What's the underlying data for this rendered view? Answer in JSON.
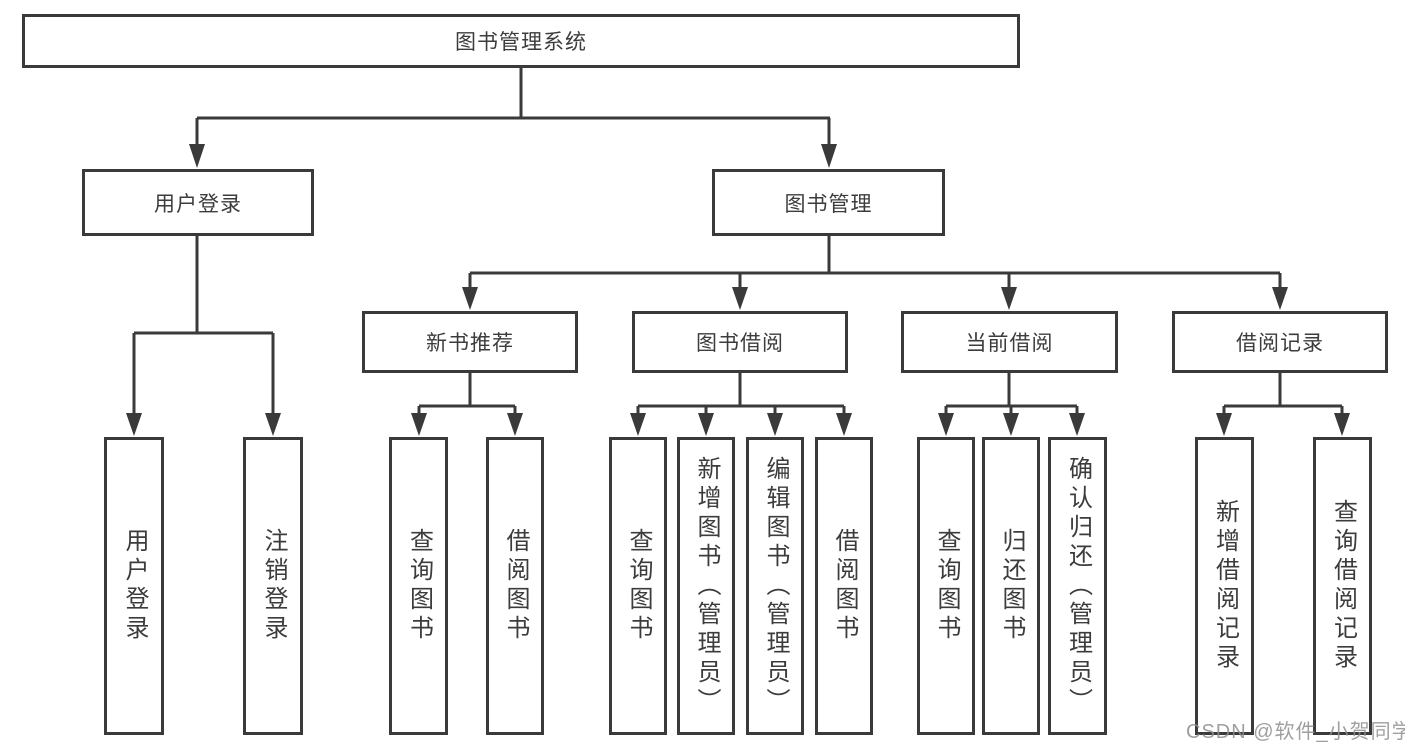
{
  "diagram_type": "hierarchy-tree",
  "watermark": "CSDN @软件_小贺同学",
  "colors": {
    "line": "#3a3a3a",
    "text": "#3c3c3c",
    "background": "#ffffff",
    "watermark": "#8e8e8e"
  },
  "tree": {
    "label": "图书管理系统",
    "children": [
      {
        "label": "用户登录",
        "children": [
          {
            "label": "用户登录"
          },
          {
            "label": "注销登录"
          }
        ]
      },
      {
        "label": "图书管理",
        "children": [
          {
            "label": "新书推荐",
            "children": [
              {
                "label": "查询图书"
              },
              {
                "label": "借阅图书"
              }
            ]
          },
          {
            "label": "图书借阅",
            "children": [
              {
                "label": "查询图书"
              },
              {
                "label": "新增图书（管理员）"
              },
              {
                "label": "编辑图书（管理员）"
              },
              {
                "label": "借阅图书"
              }
            ]
          },
          {
            "label": "当前借阅",
            "children": [
              {
                "label": "查询图书"
              },
              {
                "label": "归还图书"
              },
              {
                "label": "确认归还（管理员）"
              }
            ]
          },
          {
            "label": "借阅记录",
            "children": [
              {
                "label": "新增借阅记录"
              },
              {
                "label": "查询借阅记录"
              }
            ]
          }
        ]
      }
    ]
  }
}
